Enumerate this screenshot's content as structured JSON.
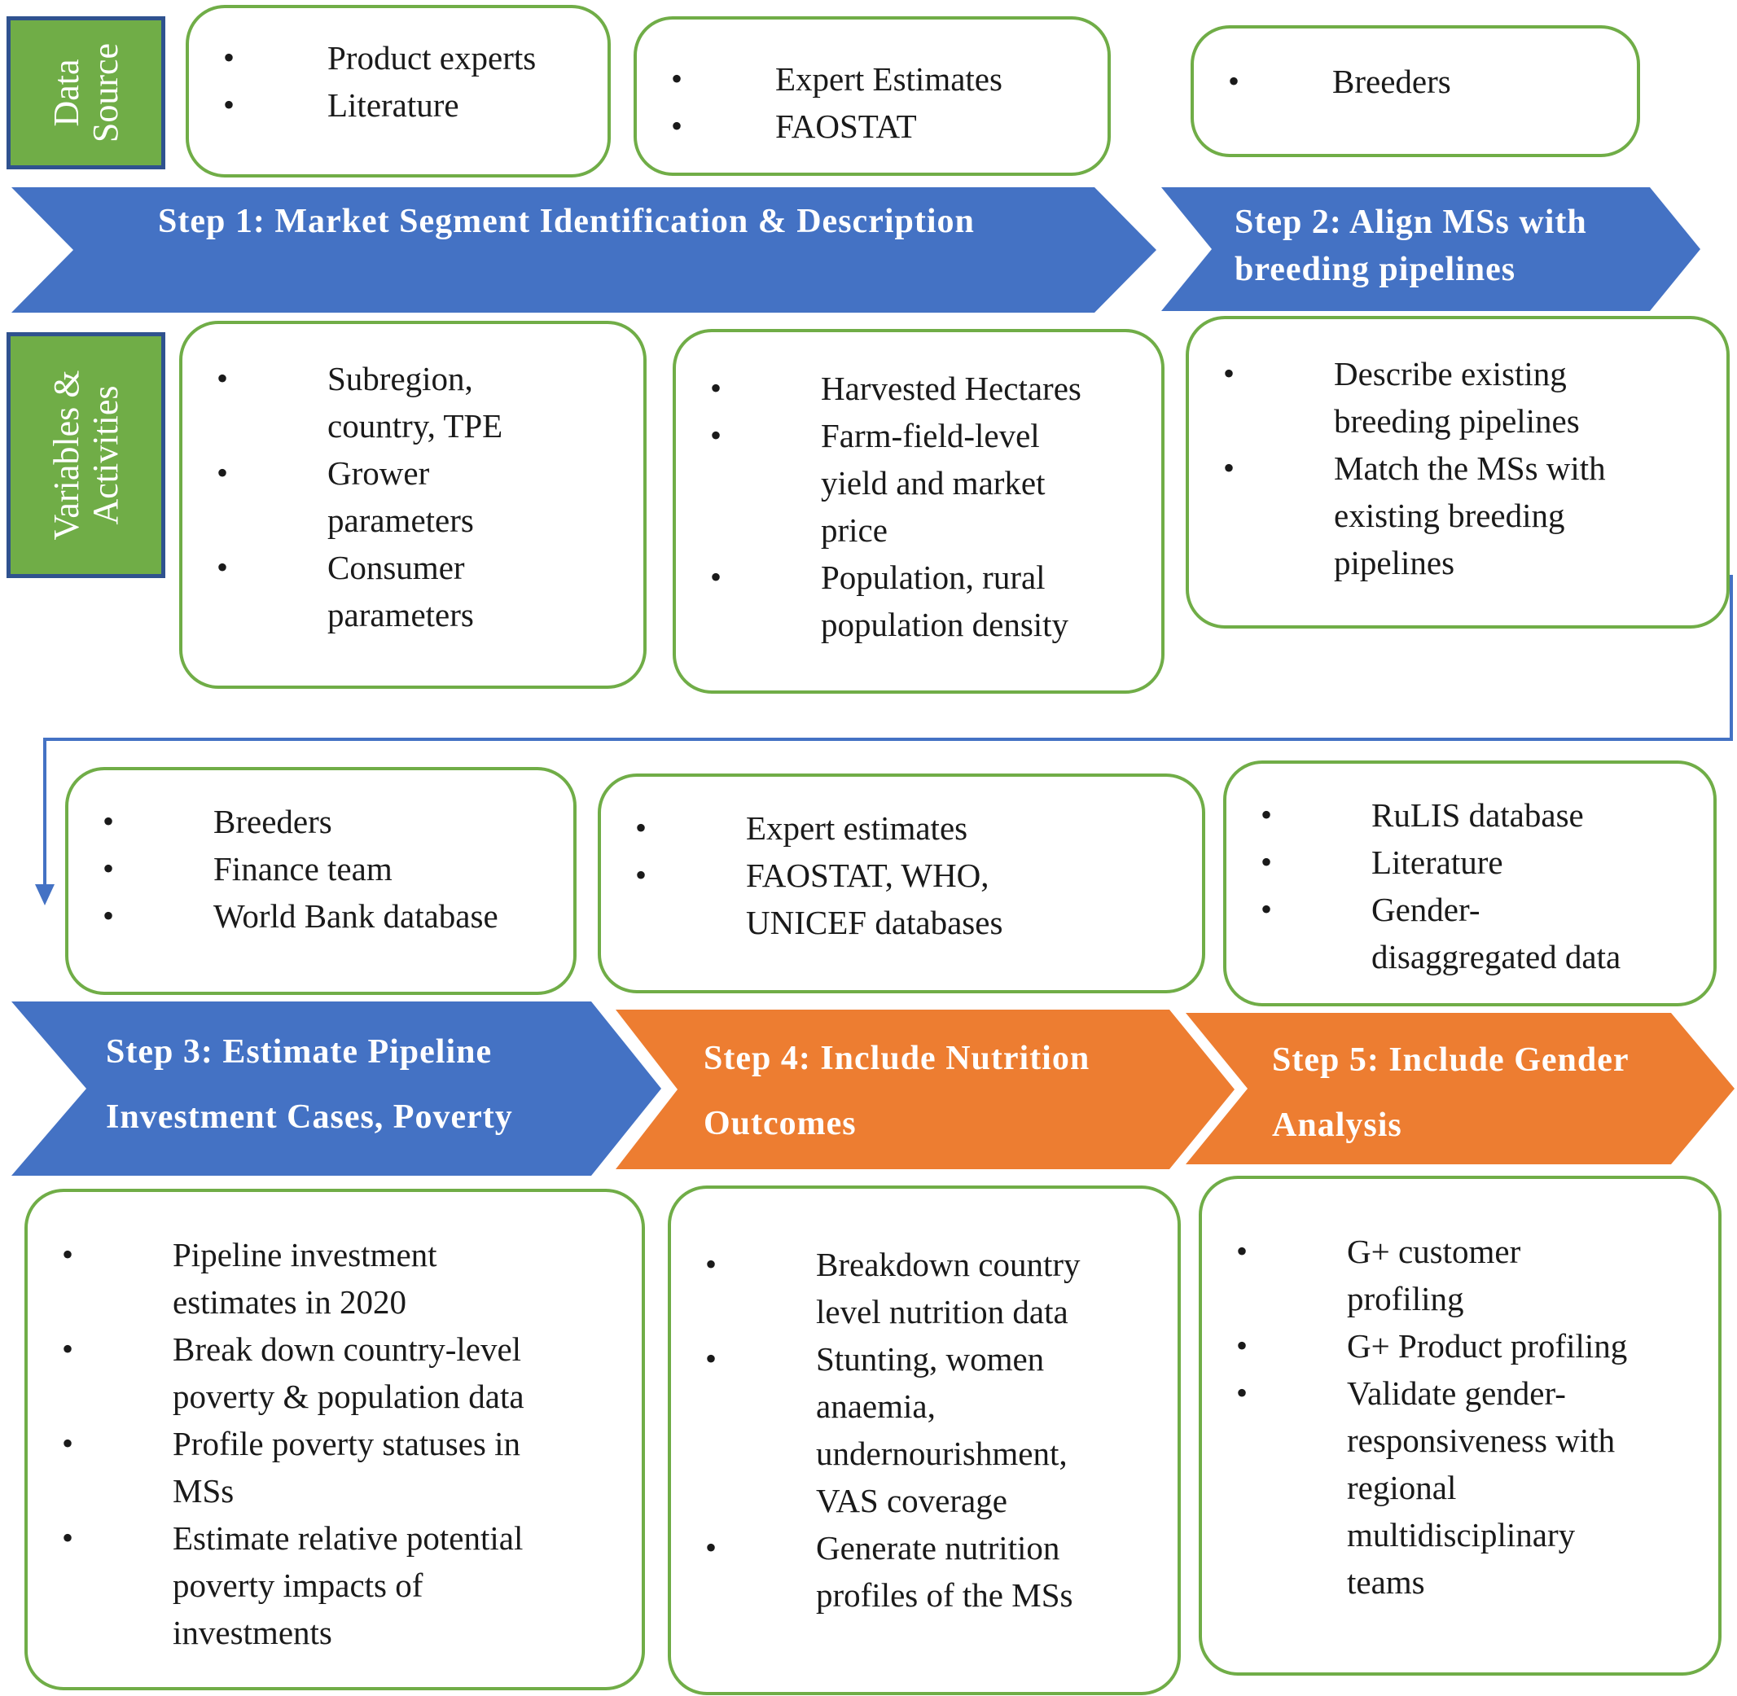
{
  "side_labels": {
    "data_source": [
      "Data",
      "Source"
    ],
    "variables": [
      "Variables &",
      "Activities"
    ]
  },
  "steps": {
    "step1": "Step 1: Market Segment Identification & Description",
    "step2": [
      "Step 2: Align MSs with",
      "breeding pipelines"
    ],
    "step3": [
      "Step 3: Estimate Pipeline",
      "Investment Cases, Poverty"
    ],
    "step4": [
      "Step 4: Include Nutrition",
      "Outcomes"
    ],
    "step5": [
      "Step 5: Include Gender",
      "Analysis"
    ]
  },
  "row1_sources": {
    "box_a": [
      "Product experts",
      "Literature"
    ],
    "box_b": [
      "Expert Estimates",
      "FAOSTAT"
    ],
    "box_c": [
      "Breeders"
    ]
  },
  "row1_activities": {
    "box_a": [
      [
        "Subregion,",
        "country, TPE"
      ],
      [
        "Grower",
        "parameters"
      ],
      [
        "Consumer",
        "parameters"
      ]
    ],
    "box_b": [
      [
        "Harvested Hectares"
      ],
      [
        "Farm-field-level",
        "yield and market",
        "price"
      ],
      [
        "Population, rural",
        "population density"
      ]
    ],
    "box_c": [
      [
        "Describe existing",
        "breeding pipelines"
      ],
      [
        "Match the MSs with",
        "existing breeding",
        "pipelines"
      ]
    ]
  },
  "row2_sources": {
    "box_a": [
      [
        "Breeders"
      ],
      [
        "Finance team"
      ],
      [
        "World Bank database"
      ]
    ],
    "box_b": [
      [
        "Expert estimates"
      ],
      [
        "FAOSTAT, WHO,",
        "UNICEF databases"
      ]
    ],
    "box_c": [
      [
        "RuLIS database"
      ],
      [
        "Literature"
      ],
      [
        "Gender-",
        "disaggregated data"
      ]
    ]
  },
  "row2_activities": {
    "box_a": [
      [
        "Pipeline investment",
        "estimates in 2020"
      ],
      [
        "Break down country-level",
        "poverty & population data"
      ],
      [
        "Profile poverty statuses in",
        "MSs"
      ],
      [
        "Estimate relative potential",
        "poverty impacts of",
        "investments"
      ]
    ],
    "box_b": [
      [
        "Breakdown country",
        "level nutrition data"
      ],
      [
        "Stunting, women",
        "anaemia,",
        "undernourishment,",
        "VAS coverage"
      ],
      [
        "Generate nutrition",
        "profiles of the MSs"
      ]
    ],
    "box_c": [
      [
        "G+ customer",
        "profiling"
      ],
      [
        "G+ Product profiling"
      ],
      [
        "Validate gender-",
        "responsiveness with",
        "regional",
        "multidisciplinary",
        "teams"
      ]
    ]
  },
  "colors": {
    "blue": "#4472c4",
    "orange": "#ed7d31",
    "green": "#70ad47",
    "connector": "#4472c4"
  }
}
